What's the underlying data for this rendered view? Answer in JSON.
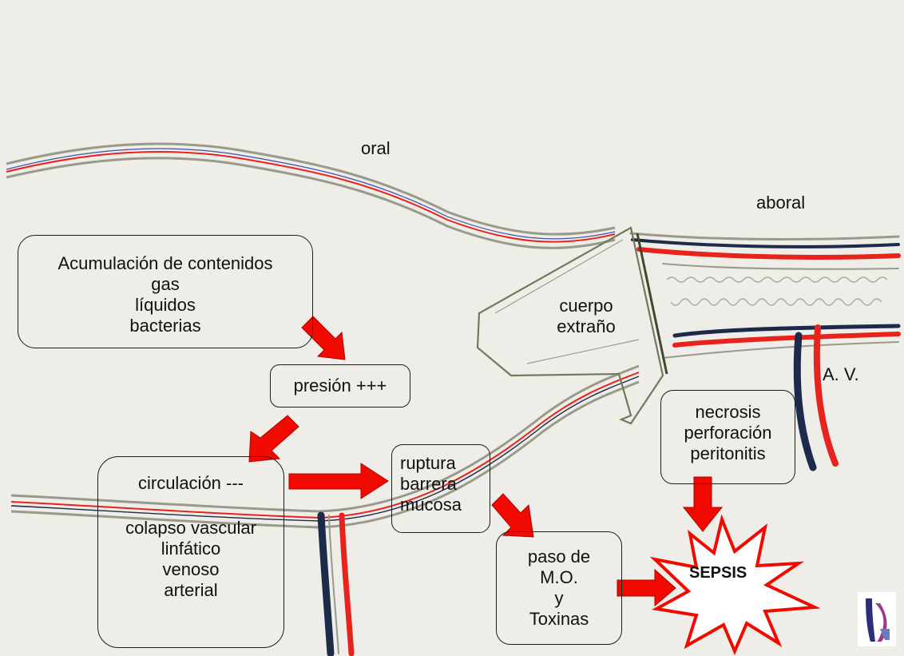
{
  "labels": {
    "oral": "oral",
    "aboral": "aboral",
    "av": "A. V.",
    "cuerpo_extrano": [
      "cuerpo",
      "extraño"
    ],
    "sepsis": "SEPSIS"
  },
  "boxes": {
    "acumulacion": [
      "Acumulación de contenidos",
      "gas",
      "líquidos",
      "bacterias"
    ],
    "presion": "presión +++",
    "circulacion": {
      "title": "circulación ---",
      "lines": [
        "colapso vascular",
        "linfático",
        "venoso",
        "arterial"
      ]
    },
    "ruptura": [
      "ruptura",
      "barrera",
      "mucosa"
    ],
    "paso": [
      "paso de",
      "M.O.",
      "y",
      "Toxinas"
    ],
    "necrosis": [
      "necrosis",
      "perforación",
      "peritonitis"
    ]
  },
  "colors": {
    "background": "#eeede8",
    "wall_gray": "#9a9a8a",
    "artery_red": "#e8231b",
    "vein_navy": "#1d2a4a",
    "arrow_red": "#f00a00",
    "ink": "#1c1c1c"
  }
}
